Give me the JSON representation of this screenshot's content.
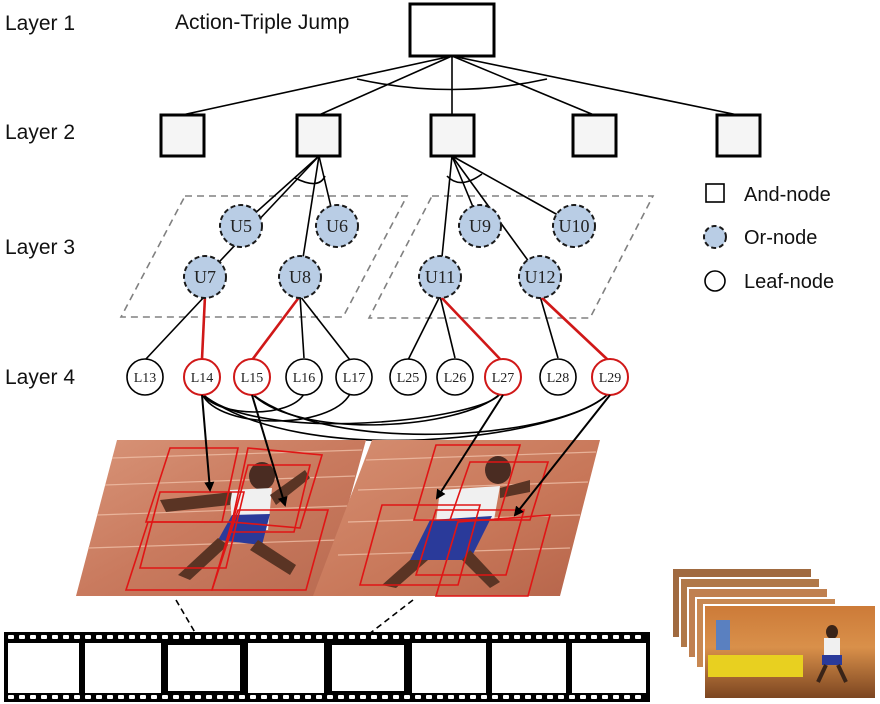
{
  "title": "Action-Triple Jump",
  "layers": [
    "Layer 1",
    "Layer 2",
    "Layer 3",
    "Layer 4"
  ],
  "or_nodes": [
    "U5",
    "U6",
    "U7",
    "U8",
    "U9",
    "U10",
    "U11",
    "U12"
  ],
  "leaf_nodes": [
    "L13",
    "L14",
    "L15",
    "L16",
    "L17",
    "L25",
    "L26",
    "L27",
    "L28",
    "L29"
  ],
  "legend": {
    "and_node": "And-node",
    "or_node": "Or-node",
    "leaf_node": "Leaf-node"
  },
  "colors": {
    "or_fill": "#b9cde5",
    "highlight": "#d01818",
    "track": "#c97a5e"
  }
}
